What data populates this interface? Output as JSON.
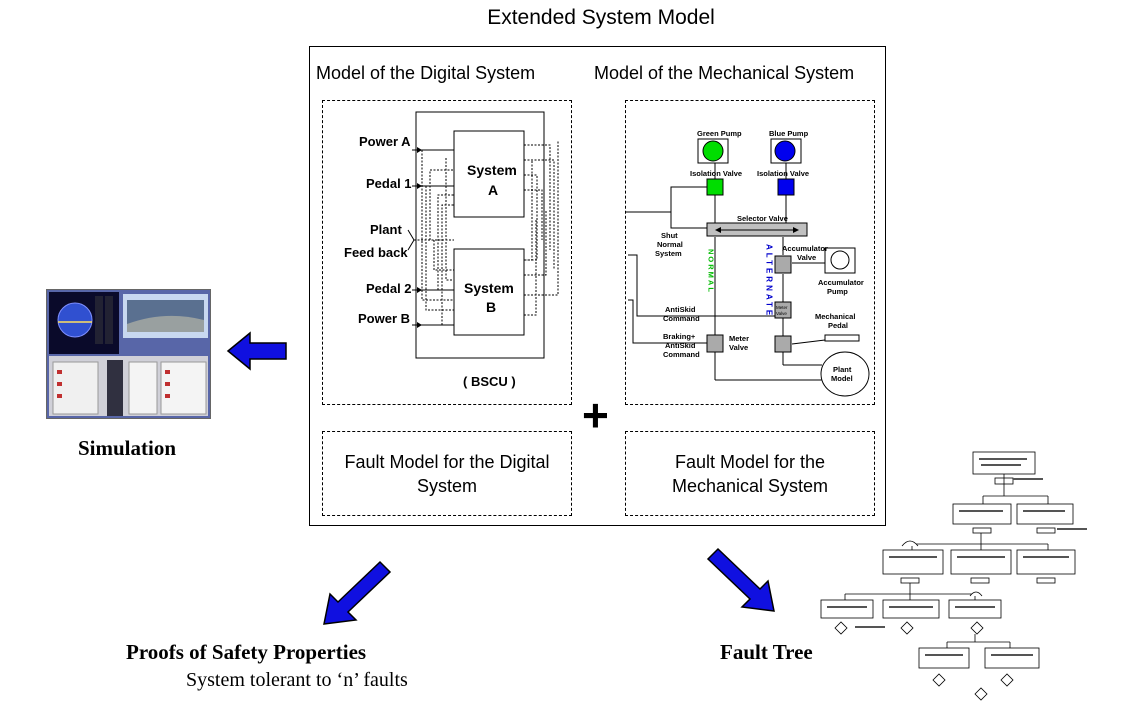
{
  "title": "Extended System Model",
  "digital": {
    "heading": "Model of the Digital System",
    "inputs": [
      "Power A",
      "Pedal 1",
      "Plant",
      "Feed back",
      "Pedal 2",
      "Power B"
    ],
    "system_a": [
      "System",
      "A"
    ],
    "system_b": [
      "System",
      "B"
    ],
    "bscu": "( BSCU )",
    "fault_model": "Fault Model for the Digital System"
  },
  "mechanical": {
    "heading": "Model of the Mechanical System",
    "labels": {
      "green_pump": "Green Pump",
      "blue_pump": "Blue Pump",
      "iso_valve_1": "Isolation Valve",
      "iso_valve_2": "Isolation Valve",
      "selector_valve": "Selector Valve",
      "shut_normal": [
        "Shut",
        "Normal",
        "System"
      ],
      "normal": "NORMAL",
      "alternate": "ALTERNATE",
      "accumulator_valve": [
        "Accumulator",
        "Valve"
      ],
      "accumulator_pump": [
        "Accumulator",
        "Pump"
      ],
      "antiskid_command": [
        "AntiSkid",
        "Command"
      ],
      "braking_command": [
        "Braking+",
        "AntiSkid",
        "Command"
      ],
      "meter_valve": [
        "Meter",
        "Valve"
      ],
      "mechanical_pedal": [
        "Mechanical",
        "Pedal"
      ],
      "plant_model": [
        "Plant",
        "Model"
      ],
      "small_meter": [
        "Meter",
        "Valve"
      ]
    },
    "fault_model": "Fault Model for the Mechanical System"
  },
  "plus": "+",
  "simulation": "Simulation",
  "proofs": "Proofs of Safety Properties",
  "proofs_sub": "System tolerant to ‘n’ faults",
  "fault_tree": "Fault Tree",
  "colors": {
    "arrow_blue": "#1010e0",
    "green_pump": "#00dd00",
    "blue_pump": "#0000ee",
    "normal_text": "#00bb00",
    "alternate_text": "#0000cc",
    "valve_gray": "#aaaaaa"
  }
}
